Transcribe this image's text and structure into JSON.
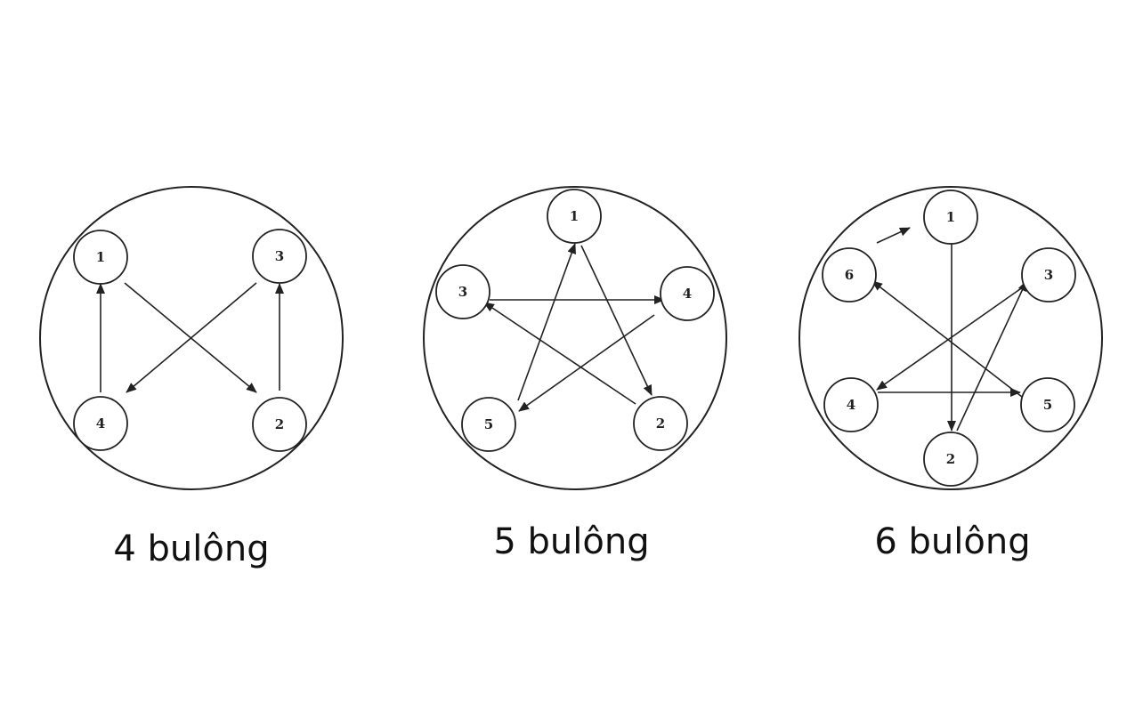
{
  "diagrams": [
    {
      "caption": "4 bulông",
      "bolts": [
        "1",
        "2",
        "3",
        "4"
      ]
    },
    {
      "caption": "5 bulông",
      "bolts": [
        "1",
        "2",
        "3",
        "4",
        "5"
      ]
    },
    {
      "caption": "6 bulông",
      "bolts": [
        "1",
        "2",
        "3",
        "4",
        "5",
        "6"
      ]
    }
  ],
  "colors": {
    "stroke": "#222222",
    "background": "#ffffff"
  }
}
